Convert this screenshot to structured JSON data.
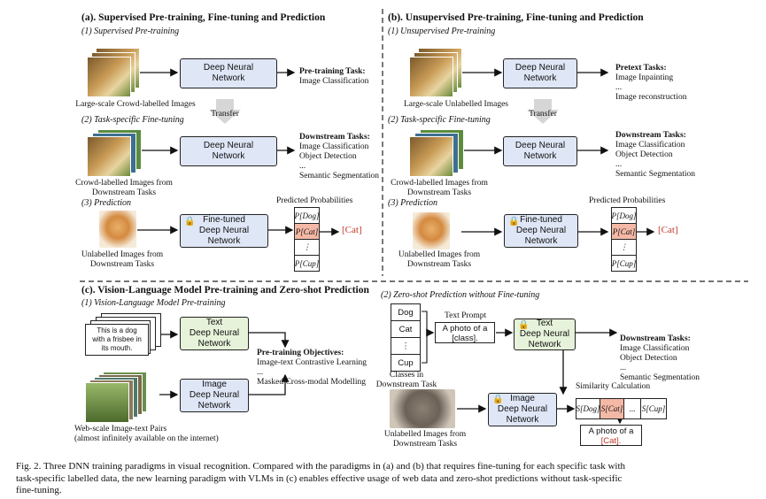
{
  "panel_a": {
    "title": "(a). Supervised Pre-training, Fine-tuning and Prediction",
    "step1": "(1) Supervised Pre-training",
    "step2": "(2) Task-specific Fine-tuning",
    "step3": "(3) Prediction",
    "img1_label": "Large-scale Crowd-labelled Images",
    "img2_label_1": "Crowd-labelled Images from",
    "img2_label_2": "Downstream Tasks",
    "img3_label_1": "Unlabelled Images from",
    "img3_label_2": "Downstream Tasks",
    "dnn1_1": "Deep Neural",
    "dnn1_2": "Network",
    "dnn2_1": "Deep Neural",
    "dnn2_2": "Network",
    "dnn3_1": "Fine-tuned",
    "dnn3_2": "Deep Neural",
    "dnn3_3": "Network",
    "transfer": "Transfer",
    "task1_title": "Pre-training Task:",
    "task1_1": "Image Classification",
    "task2_title": "Downstream Tasks:",
    "task2_1": "Image Classification",
    "task2_2": "Object Detection",
    "task2_3": "...",
    "task2_4": "Semantic Segmentation",
    "predicted": "Predicted Probabilities",
    "prob_dog": "P[Dog]",
    "prob_cat": "P[Cat]",
    "prob_dots": "⋮",
    "prob_cup": "P[Cup]",
    "result": "[Cat]"
  },
  "panel_b": {
    "title": "(b). Unsupervised Pre-training, Fine-tuning and Prediction",
    "step1": "(1) Unsupervised Pre-training",
    "step2": "(2) Task-specific Fine-tuning",
    "step3": "(3) Prediction",
    "img1_label": "Large-scale Unlabelled Images",
    "img2_label_1": "Crowd-labelled Images from",
    "img2_label_2": "Downstream Tasks",
    "img3_label_1": "Unlabelled Images from",
    "img3_label_2": "Downstream Tasks",
    "dnn1_1": "Deep Neural",
    "dnn1_2": "Network",
    "dnn2_1": "Deep Neural",
    "dnn2_2": "Network",
    "dnn3_1": "Fine-tuned",
    "dnn3_2": "Deep Neural",
    "dnn3_3": "Network",
    "transfer": "Transfer",
    "task1_title": "Pretext Tasks:",
    "task1_1": "Image Inpainting",
    "task1_2": "...",
    "task1_3": "Image reconstruction",
    "task2_title": "Downstream Tasks:",
    "task2_1": "Image Classification",
    "task2_2": "Object Detection",
    "task2_3": "...",
    "task2_4": "Semantic Segmentation",
    "predicted": "Predicted Probabilities",
    "prob_dog": "P[Dog]",
    "prob_cat": "P[Cat]",
    "prob_dots": "⋮",
    "prob_cup": "P[Cup]",
    "result": "[Cat]"
  },
  "panel_c": {
    "title": "(c). Vision-Language Model Pre-training and Zero-shot Prediction",
    "step1": "(1) Vision-Language Model Pre-training",
    "step2": "(2) Zero-shot Prediction without Fine-tuning",
    "text_card_1": "This is a dog",
    "text_card_2": "with a frisbee in",
    "text_card_3": "its mouth.",
    "text_dnn_1": "Text",
    "text_dnn_2": "Deep Neural",
    "text_dnn_3": "Network",
    "img_dnn_1": "Image",
    "img_dnn_2": "Deep Neural",
    "img_dnn_3": "Network",
    "objectives_title": "Pre-training Objectives:",
    "objectives_1": "Image-text Contrastive Learning",
    "objectives_2": "...",
    "objectives_3": "Masked Cross-modal Modelling",
    "pairs_label_1": "Web-scale Image-text Pairs",
    "pairs_label_2": "(almost infinitely available on the internet)",
    "classes": [
      "Dog",
      "Cat",
      "⋮",
      "Cup"
    ],
    "classes_label_1": "Classes in",
    "classes_label_2": "Downstream Task",
    "text_prompt": "Text Prompt",
    "prompt_1": "A photo of a",
    "prompt_2": "[class].",
    "zs_text_dnn_1": "Text",
    "zs_text_dnn_2": "Deep Neural",
    "zs_text_dnn_3": "Network",
    "zs_img_dnn_1": "Image",
    "zs_img_dnn_2": "Deep Neural",
    "zs_img_dnn_3": "Network",
    "ds_title": "Downstream Tasks:",
    "ds_1": "Image Classification",
    "ds_2": "Object Detection",
    "ds_3": "...",
    "ds_4": "Semantic Segmentation",
    "similarity": "Similarity Calculation",
    "sim_dog": "S[Dog]",
    "sim_cat": "S[Cat]",
    "sim_dots": "...",
    "sim_cup": "S[Cup]",
    "out_1": "A photo of a",
    "out_2": "[Cat].",
    "unl_label_1": "Unlabelled Images from",
    "unl_label_2": "Downstream Tasks"
  },
  "caption": {
    "line1": "Fig. 2.    Three DNN training paradigms in visual recognition. Compared with the paradigms in (a) and (b) that requires fine-tuning for each specific task with",
    "line2": "task-specific labelled data, the new learning paradigm with VLMs in (c) enables effective usage of web data and zero-shot predictions without task-specific",
    "line3": "fine-tuning."
  },
  "colors": {
    "dnn_blue": "#dfe6f6",
    "dnn_green": "#e6f2d9",
    "highlight": "#f4b9a6",
    "accent_red": "#c0392b"
  }
}
